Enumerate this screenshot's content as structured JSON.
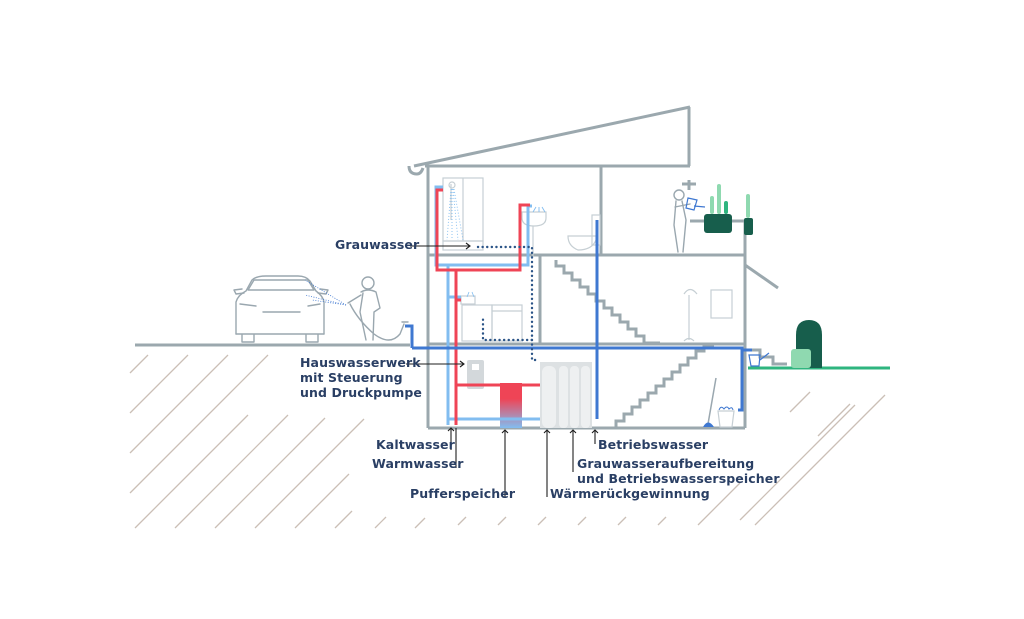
{
  "title": "Grauwassernutzung im Einfamilienhaus",
  "colors": {
    "label_text": "#2a3f64",
    "kaltwasser": "#82bdf0",
    "warmwasser": "#ef4456",
    "betriebswasser": "#3f78d1",
    "grauwasser": "#2b5487",
    "walls": "#9ba8ae",
    "ground_hatch": "#cbbfb6",
    "plants_dark": "#175e4c",
    "plants_light": "#8fd9b0",
    "lawn": "#2fb57f"
  },
  "labels": {
    "grauwasser": "Grauwasser",
    "hauswasserwerk": [
      "Hauswasserwerk",
      "mit Steuerung",
      "und Druckpumpe"
    ],
    "kaltwasser": "Kaltwasser",
    "warmwasser": "Warmwasser",
    "pufferspeicher": "Pufferspeicher",
    "waermerueckgewinnung": "Wärmerückgewinnung",
    "aufbereitung": [
      "Grauwasseraufbereitung",
      "und Betriebswasserspeicher"
    ],
    "betriebswasser": "Betriebswasser"
  },
  "icons": [
    "car-icon",
    "person-washing-car-icon",
    "garden-hose-icon",
    "shower-icon",
    "washbasin-icon",
    "toilet-icon",
    "washing-machine-icon",
    "sink-icon",
    "person-watering-plants-icon",
    "plant-pot-icon",
    "watering-can-icon",
    "rain-barrel-icon",
    "lamp-icon",
    "picture-frame-icon",
    "mop-bucket-icon",
    "pump-unit-icon",
    "buffer-tank-icon",
    "heat-recovery-icon",
    "greywater-treatment-icon"
  ]
}
